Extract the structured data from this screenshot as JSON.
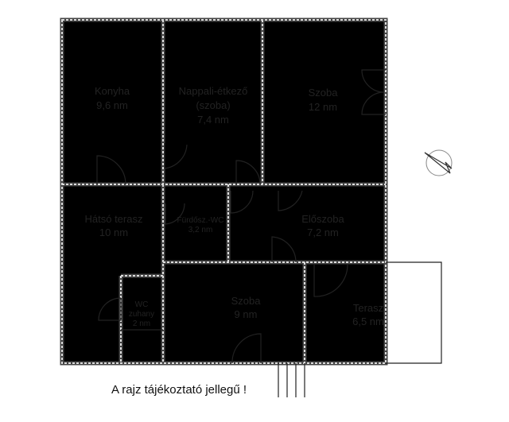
{
  "rooms": [
    {
      "name": "Konyha",
      "area": "9,6 nm"
    },
    {
      "name": "Nappali-étkező",
      "sub": "(szoba)",
      "area": "7,4 nm"
    },
    {
      "name": "Szoba",
      "area": "12 nm"
    },
    {
      "name": "Hátsó terasz",
      "area": "10 nm"
    },
    {
      "name": "Fürdősz.-WC",
      "area": "3,2 nm"
    },
    {
      "name": "Előszoba",
      "area": "7,2 nm"
    },
    {
      "name": "WC",
      "sub": "zuhany",
      "area": "2 nm"
    },
    {
      "name": "Szoba",
      "area": "9 nm"
    },
    {
      "name": "Terasz",
      "area": "6,5 nm"
    }
  ],
  "caption": "A rajz tájékoztató jellegű !",
  "compass_icon": "north-arrow"
}
